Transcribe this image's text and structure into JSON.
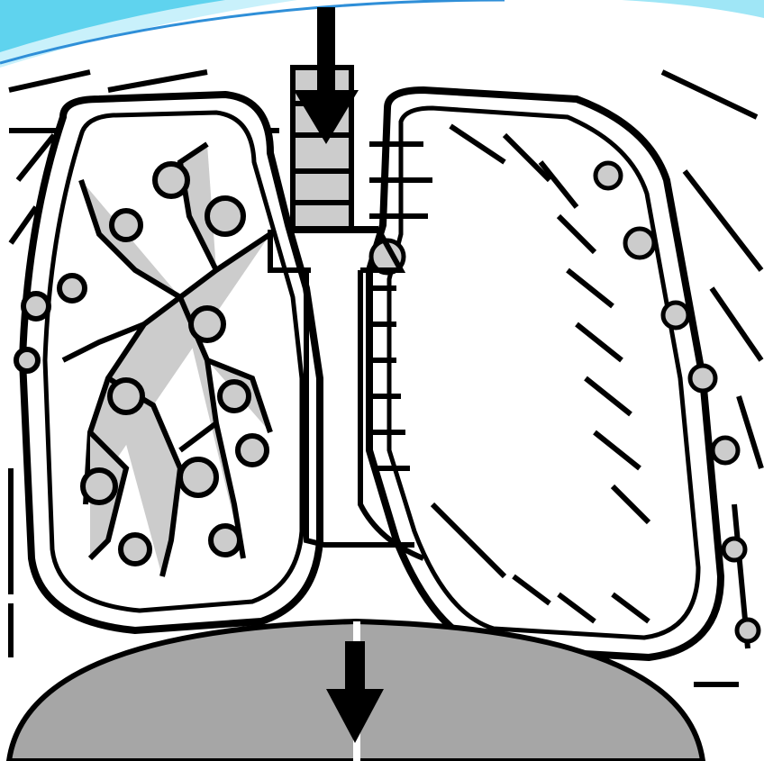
{
  "slide": {
    "background": "#ffffff",
    "corner_swoosh_colors": [
      "#5fd3ee",
      "#2f8fd8",
      "#9fe6f6"
    ]
  },
  "diagram": {
    "subject": "lungs",
    "lung_outline_color": "#000000",
    "bronchi_fill": "#cccccc",
    "diaphragm_fill": "#a6a6a6",
    "arrows": [
      {
        "icon": "down-arrow-icon",
        "meaning": "inhalation"
      },
      {
        "icon": "down-arrow-icon",
        "meaning": "diaphragm-contraction"
      }
    ]
  }
}
